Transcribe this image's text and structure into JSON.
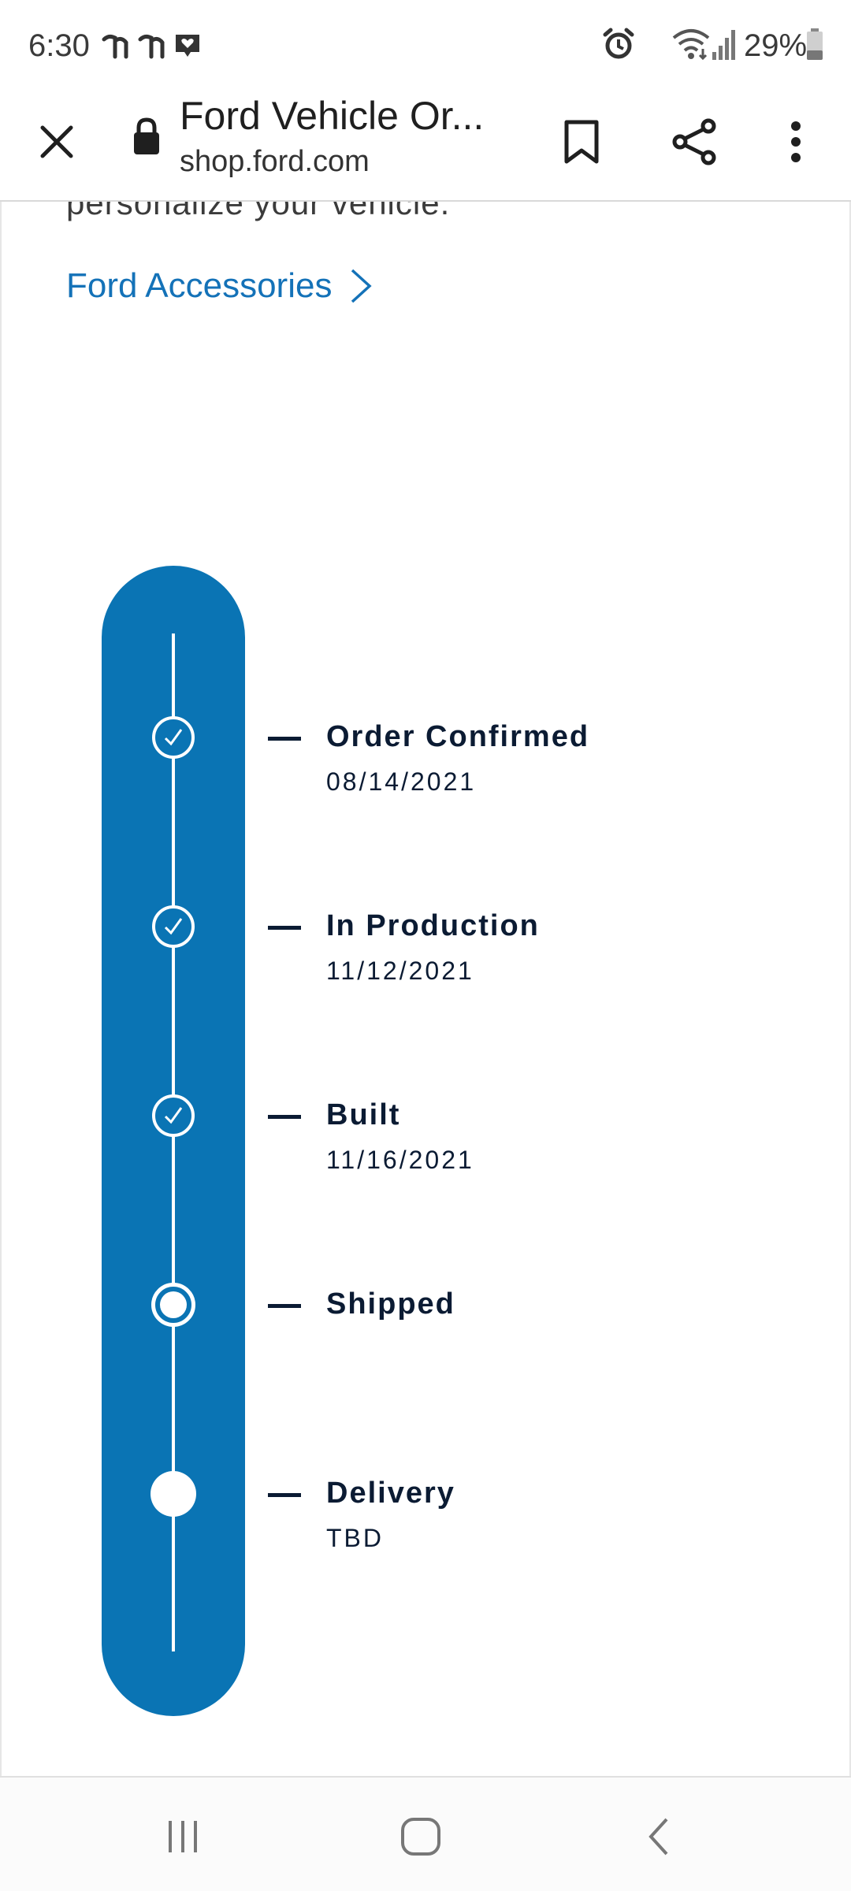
{
  "status_bar": {
    "time": "6:30",
    "battery_text": "29%",
    "icons": [
      "notification-app-icon",
      "notification-app-icon",
      "message-badge-icon",
      "alarm-icon",
      "wifi-icon",
      "signal-icon",
      "battery-icon"
    ]
  },
  "browser": {
    "title": "Ford Vehicle Or...",
    "url": "shop.ford.com",
    "icons": [
      "close-icon",
      "lock-icon",
      "bookmark-icon",
      "share-icon",
      "more-vert-icon"
    ]
  },
  "page": {
    "cut_text": "personalize your vehicle.",
    "accessories_link": "Ford Accessories",
    "colors": {
      "accent": "#0a74b4",
      "link": "#1472b8",
      "text": "#0b1b33"
    },
    "steps": [
      {
        "label": "Order Confirmed",
        "date": "08/14/2021",
        "state": "done"
      },
      {
        "label": "In Production",
        "date": "11/12/2021",
        "state": "done"
      },
      {
        "label": "Built",
        "date": "11/16/2021",
        "state": "done"
      },
      {
        "label": "Shipped",
        "date": "",
        "state": "current"
      },
      {
        "label": "Delivery",
        "date": "TBD",
        "state": "future"
      }
    ]
  },
  "nav_bar": {
    "icons": [
      "recent-apps-icon",
      "home-icon",
      "back-icon"
    ]
  }
}
